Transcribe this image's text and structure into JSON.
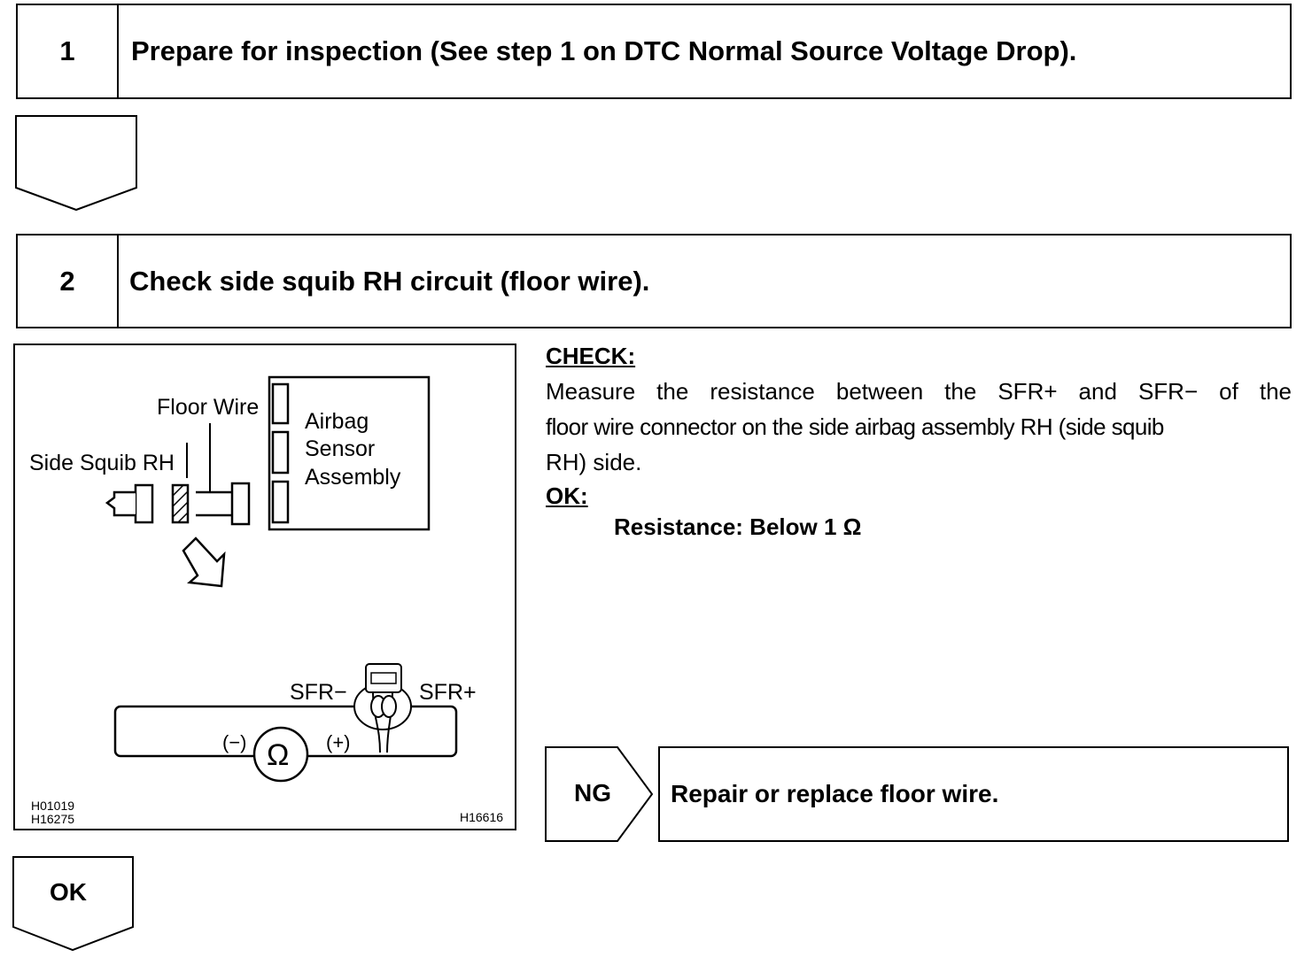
{
  "step1": {
    "number": "1",
    "title": "Prepare for inspection (See step 1 on DTC Normal Source Voltage Drop)."
  },
  "step2": {
    "number": "2",
    "title": "Check side squib RH circuit (floor wire)."
  },
  "diagram": {
    "floor_wire_label": "Floor Wire",
    "side_squib_label": "Side Squib RH",
    "airbag_label_line1": "Airbag",
    "airbag_label_line2": "Sensor",
    "airbag_label_line3": "Assembly",
    "sfr_minus": "SFR−",
    "sfr_plus": "SFR+",
    "neg_terminal": "(−)",
    "pos_terminal": "(+)",
    "ohm_symbol": "Ω",
    "code_1": "H01019",
    "code_2": "H16275",
    "code_3": "H16616"
  },
  "check": {
    "heading": "CHECK:",
    "line1": "Measure the resistance between the SFR+ and SFR− of the",
    "line2": "floor wire connector on the side airbag assembly RH (side squib",
    "line3": "RH) side.",
    "ok_heading": "OK:",
    "result": "Resistance: Below 1 Ω"
  },
  "ng": {
    "label": "NG",
    "text": "Repair or replace floor wire."
  },
  "ok": {
    "label": "OK"
  }
}
